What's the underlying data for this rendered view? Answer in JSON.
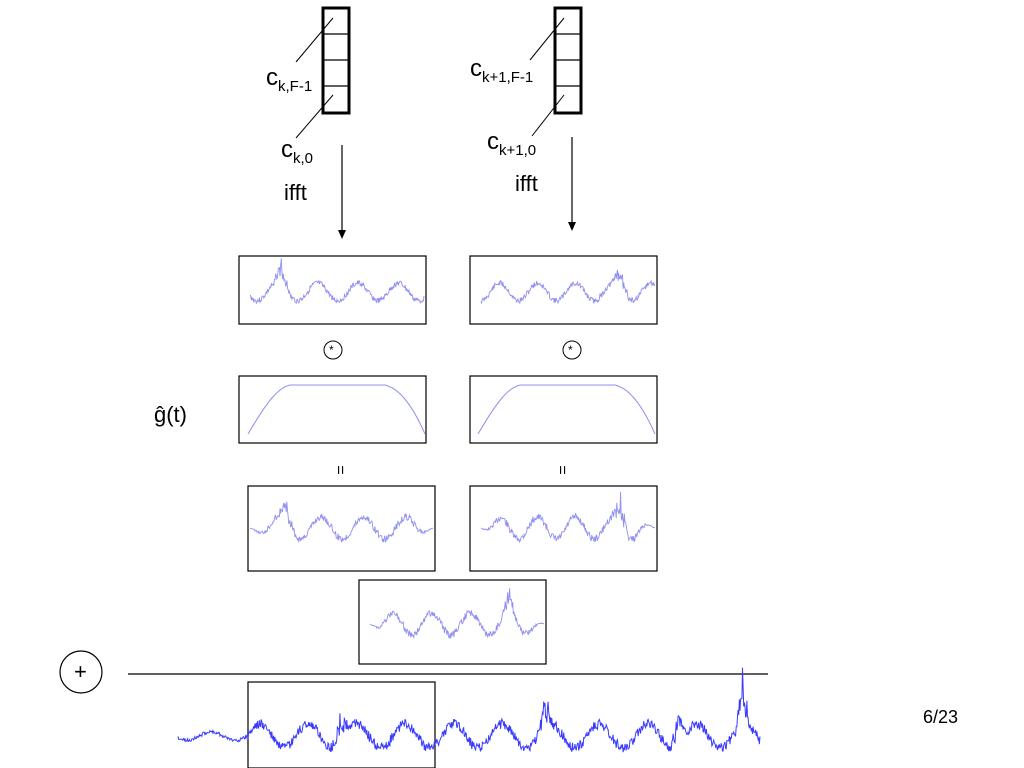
{
  "labels": {
    "coef_left_top": {
      "base": "c",
      "sub": "k,F-1"
    },
    "coef_left_bot": {
      "base": "c",
      "sub": "k,0"
    },
    "coef_right_top": {
      "base": "c",
      "sub": "k+1,F-1"
    },
    "coef_right_bot": {
      "base": "c",
      "sub": "k+1,0"
    },
    "ifft_left": "ifft",
    "ifft_right": "ifft",
    "conv_left": "*",
    "conv_right": "*",
    "window_label": "ĝ(t)",
    "equals_left": "=",
    "equals_right": "=",
    "sum_symbol": "+",
    "page_number": "6/23"
  },
  "colors": {
    "signal": "#3a3aff",
    "signal_light": "#9090f0",
    "stroke": "#000000",
    "background": "#ffffff"
  }
}
